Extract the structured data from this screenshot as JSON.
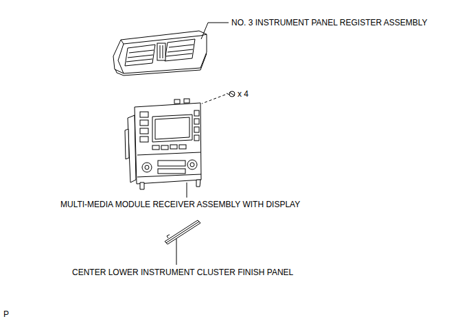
{
  "diagram": {
    "labels": [
      "NO. 3 INSTRUMENT PANEL REGISTER ASSEMBLY",
      "x 4",
      "MULTI-MEDIA MODULE RECEIVER ASSEMBLY WITH DISPLAY",
      "CENTER LOWER INSTRUMENT CLUSTER FINISH PANEL",
      "P"
    ]
  }
}
